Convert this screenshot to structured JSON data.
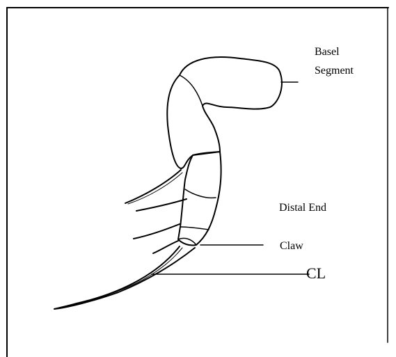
{
  "labels": {
    "basel_line1": "Basel",
    "basel_line2": "Segment",
    "distal_end": "Distal End",
    "claw": "Claw",
    "cl": "CL"
  },
  "colors": {
    "ink": "#000000",
    "background": "#ffffff"
  }
}
